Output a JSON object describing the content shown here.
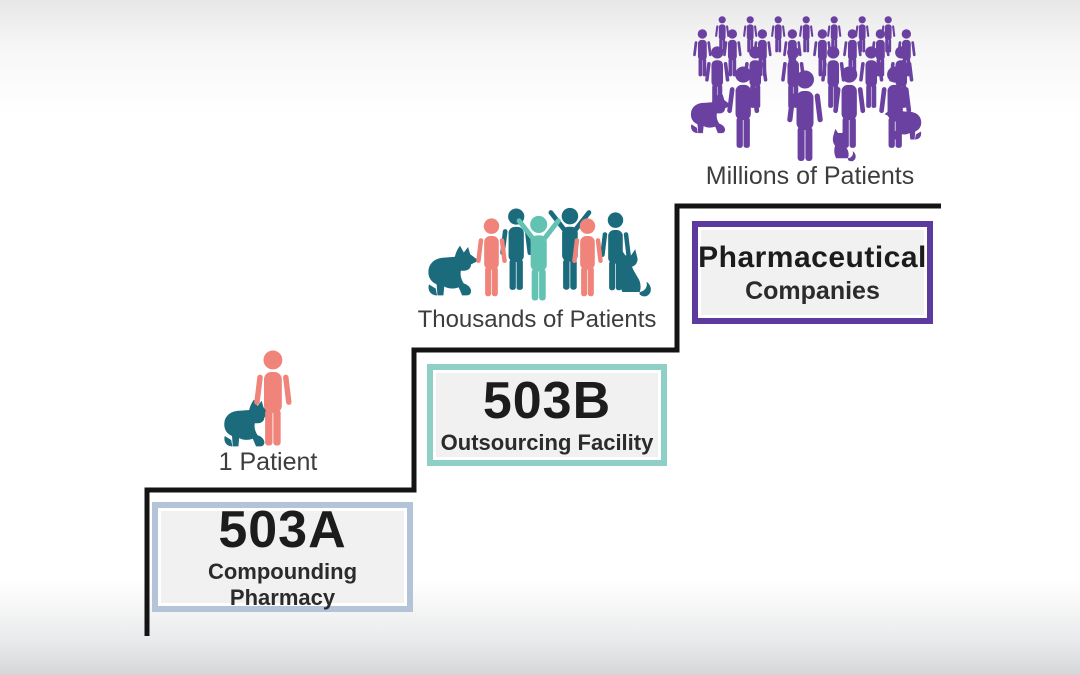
{
  "diagram": {
    "tiers": [
      {
        "patients_label": "1 Patient",
        "box_title": "503A",
        "box_subtitle": "Compounding Pharmacy",
        "icon": "person-with-dog-icon",
        "accent_color": "#b3c3d8"
      },
      {
        "patients_label": "Thousands of Patients",
        "box_title": "503B",
        "box_subtitle": "Outsourcing Facility",
        "icon": "group-of-patients-with-dog-and-cat-icon",
        "accent_color": "#8ed0c5"
      },
      {
        "patients_label": "Millions of Patients",
        "box_title": "Pharmaceutical",
        "box_subtitle": "Companies",
        "icon": "crowd-of-patients-with-dogs-and-cat-icon",
        "accent_color": "#5c3a9e"
      }
    ],
    "colors": {
      "coral": "#f0837a",
      "teal_dark": "#1b6b7d",
      "mint": "#63c3b2",
      "purple": "#6a41a1",
      "stair_line": "#141414",
      "box_fill": "#f1f1f2",
      "box_text": "#1c1c1c",
      "label_text": "#3d3d3d"
    }
  }
}
